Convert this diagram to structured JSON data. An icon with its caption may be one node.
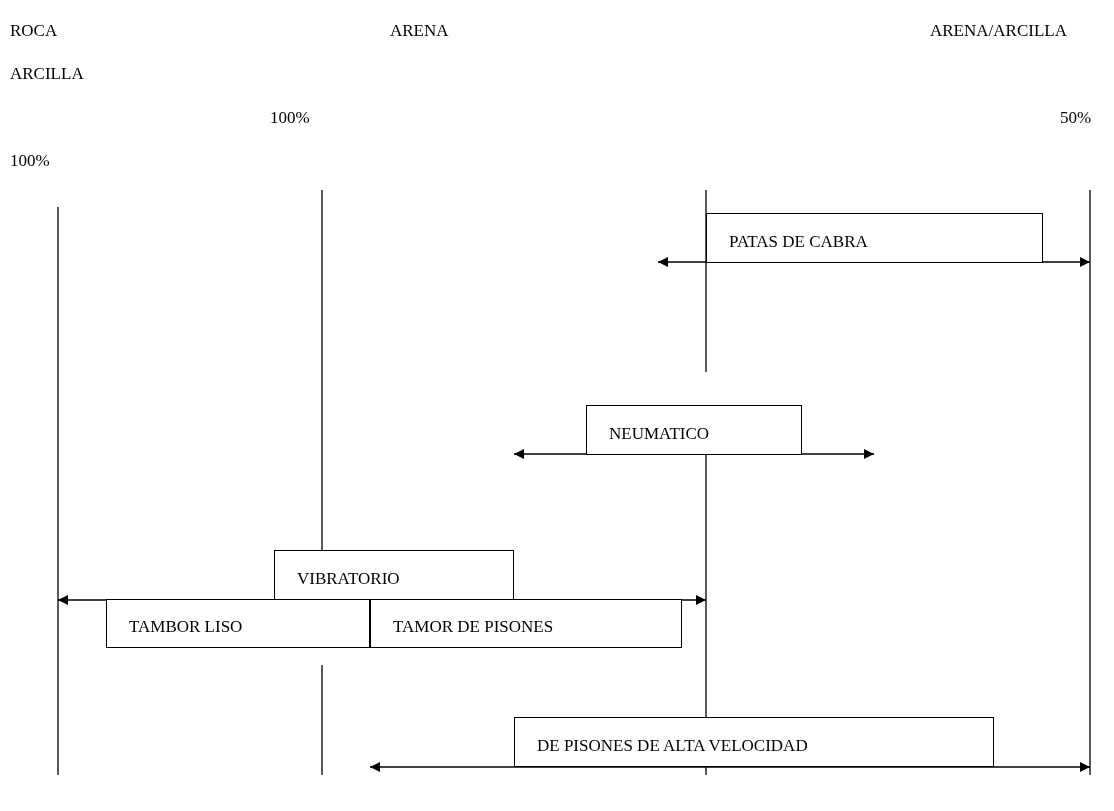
{
  "diagram": {
    "nodes": [
      {
        "text": [
          "PATAS DE CABRA"
        ]
      },
      {
        "text": [
          "NEUMATICO"
        ]
      },
      {
        "text": [
          "VIBRATORIO"
        ]
      },
      {
        "text": [
          "TAMBOR LISO"
        ]
      },
      {
        "text": [
          "TAMOR DE PISONES"
        ]
      },
      {
        "text": [
          "DE PISONES DE ALTA VELOCIDAD"
        ]
      }
    ],
    "labels": [
      "ROCA",
      "ARENA",
      "ARENA/ARCILLA",
      "ARCILLA",
      "100%",
      "50%",
      "100%"
    ]
  }
}
